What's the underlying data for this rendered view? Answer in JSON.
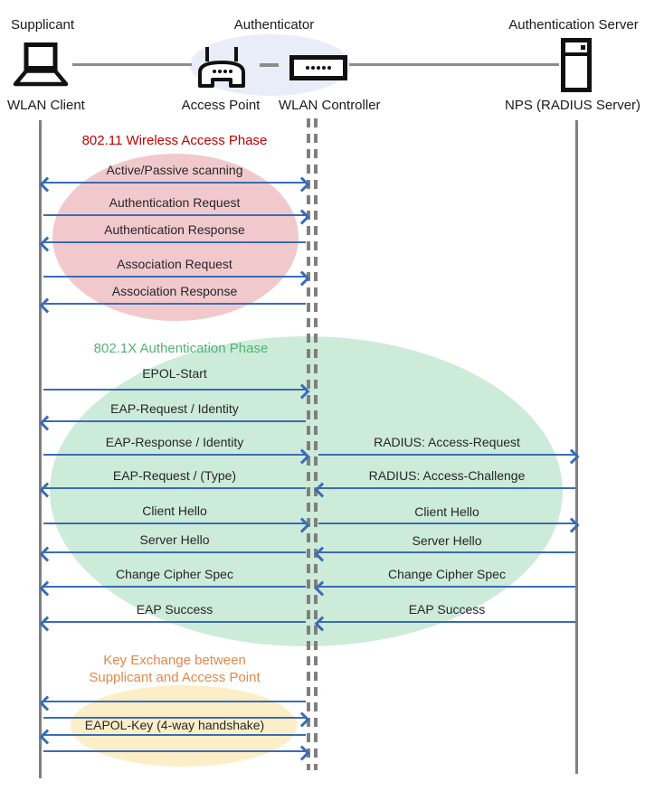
{
  "actors": {
    "supplicant": {
      "role": "Supplicant",
      "device": "WLAN Client"
    },
    "authenticator": {
      "role": "Authenticator",
      "access_point": "Access Point",
      "wlan_controller": "WLAN Controller"
    },
    "authentication_server": {
      "role": "Authentication Server",
      "device": "NPS (RADIUS Server)"
    }
  },
  "phases": {
    "wireless_access": {
      "title": "802.11 Wireless Access Phase",
      "title_color": "#C00000",
      "ellipse_color": "#F1C9CD"
    },
    "dot1x_auth": {
      "title": "802.1X Authentication Phase",
      "title_color": "#4FB377",
      "ellipse_color": "#CDEBD9"
    },
    "key_exchange": {
      "title_line1": "Key Exchange between",
      "title_line2": "Supplicant and Access Point",
      "title_color": "#E2884B",
      "ellipse_color": "#FCEEC6"
    }
  },
  "messages": {
    "client_to_controller": [
      {
        "label": "Active/Passive scanning",
        "direction": "both"
      },
      {
        "label": "Authentication Request",
        "direction": "right"
      },
      {
        "label": "Authentication Response",
        "direction": "left"
      },
      {
        "label": "Association Request",
        "direction": "right"
      },
      {
        "label": "Association Response",
        "direction": "left"
      },
      {
        "label": "EPOL-Start",
        "direction": "right"
      },
      {
        "label": "EAP-Request / Identity",
        "direction": "left"
      },
      {
        "label": "EAP-Response / Identity",
        "direction": "right"
      },
      {
        "label": "EAP-Request / (Type)",
        "direction": "left"
      },
      {
        "label": "Client Hello",
        "direction": "right"
      },
      {
        "label": "Server Hello",
        "direction": "left"
      },
      {
        "label": "Change Cipher Spec",
        "direction": "left"
      },
      {
        "label": "EAP Success",
        "direction": "left"
      }
    ],
    "controller_to_server": [
      {
        "label": "RADIUS: Access-Request",
        "direction": "right"
      },
      {
        "label": "RADIUS: Access-Challenge",
        "direction": "left"
      },
      {
        "label": "Client Hello",
        "direction": "right"
      },
      {
        "label": "Server Hello",
        "direction": "left"
      },
      {
        "label": "Change Cipher Spec",
        "direction": "left"
      },
      {
        "label": "EAP Success",
        "direction": "left"
      }
    ],
    "key_exchange": [
      {
        "label": "",
        "direction": "left"
      },
      {
        "label": "",
        "direction": "right"
      },
      {
        "label": "EAPOL-Key (4-way handshake)",
        "direction": "left"
      },
      {
        "label": "",
        "direction": "right"
      }
    ]
  },
  "colors": {
    "arrow": "#3A6CB5",
    "lifeline": "#7F7F7F",
    "connector": "#8C8C8C",
    "authenticator_highlight": "#E9EDF8"
  }
}
